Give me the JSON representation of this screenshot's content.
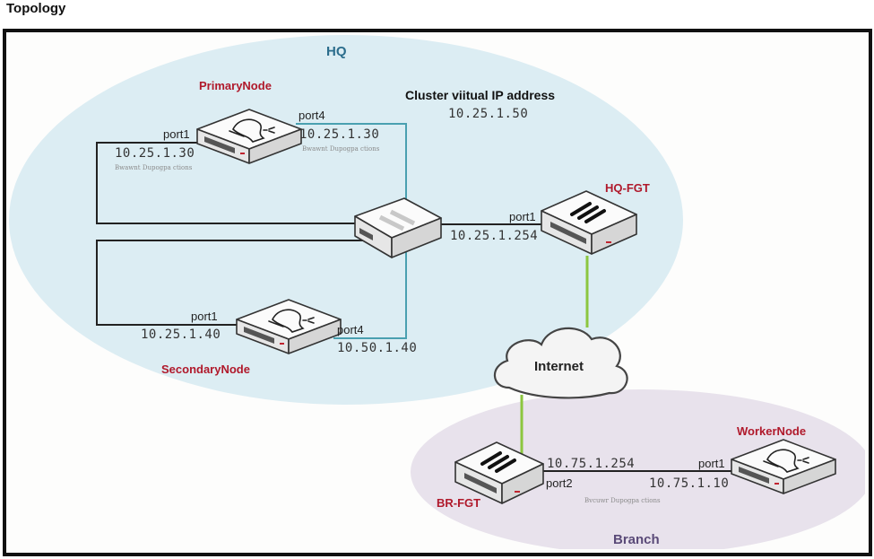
{
  "title": "Topology",
  "colors": {
    "hq_zone": "#dcedf3",
    "branch_zone": "#e8e2ec",
    "device_name": "#b0192b",
    "hq_label": "#2b6d8c",
    "branch_label": "#5a4a78",
    "wan_link": "#8cc63f",
    "ha_link": "#4aa0b0",
    "lan_link": "#222222"
  },
  "zones": {
    "hq": "HQ",
    "branch": "Branch"
  },
  "cluster": {
    "title": "Cluster viitual IP address",
    "ip": "10.25.1.50"
  },
  "internet": {
    "label": "Internet",
    "icon": "cloud-icon"
  },
  "devices": {
    "primary": {
      "name": "PrimaryNode",
      "icon": "server-appliance-icon",
      "port1": {
        "label": "port1",
        "ip": "10.25.1.30",
        "note": "Bwawnt Dupogpa ctions"
      },
      "port4": {
        "label": "port4",
        "ip": "10.25.1.30",
        "note": "Bwawnt Dupogpa ctions"
      }
    },
    "secondary": {
      "name": "SecondaryNode",
      "icon": "server-appliance-icon",
      "port1": {
        "label": "port1",
        "ip": "10.25.1.40"
      },
      "port4": {
        "label": "port4",
        "ip": "10.50.1.40"
      }
    },
    "switch": {
      "icon": "switch-icon"
    },
    "hq_fgt": {
      "name": "HQ-FGT",
      "icon": "firewall-icon",
      "port1": {
        "label": "port1",
        "ip": "10.25.1.254"
      }
    },
    "br_fgt": {
      "name": "BR-FGT",
      "icon": "firewall-icon",
      "port2": {
        "label": "port2",
        "ip": "10.75.1.254",
        "note": "Bvcuwr Dupogpa ctions"
      }
    },
    "worker": {
      "name": "WorkerNode",
      "icon": "server-appliance-icon",
      "port1": {
        "label": "port1",
        "ip": "10.75.1.10"
      }
    }
  }
}
